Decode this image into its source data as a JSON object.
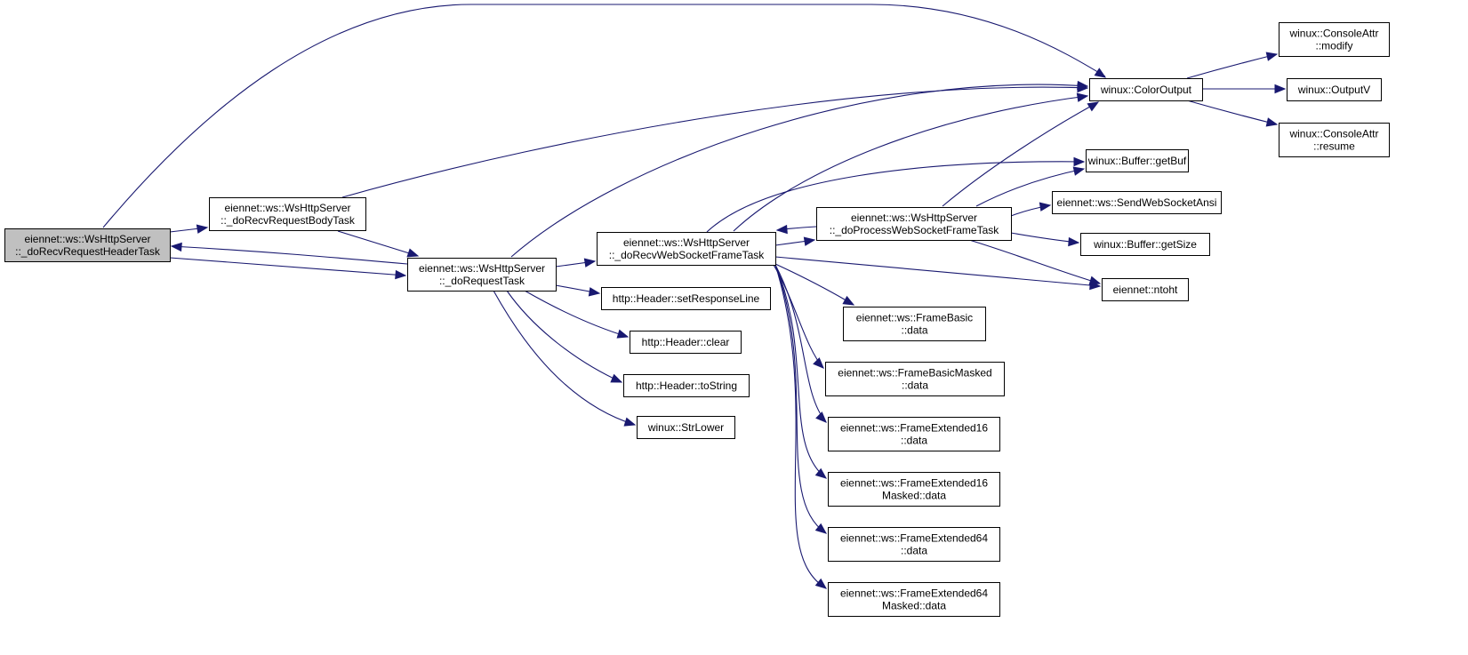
{
  "graph": {
    "colors": {
      "edge": "#191970",
      "root_fill": "#c0c0c0",
      "node_fill": "#ffffff",
      "border": "#000000"
    },
    "nodes": [
      {
        "id": "recvHeader",
        "lines": [
          "eiennet::ws::WsHttpServer",
          "::_doRecvRequestHeaderTask"
        ],
        "root": true
      },
      {
        "id": "recvBody",
        "lines": [
          "eiennet::ws::WsHttpServer",
          "::_doRecvRequestBodyTask"
        ]
      },
      {
        "id": "requestTask",
        "lines": [
          "eiennet::ws::WsHttpServer",
          "::_doRequestTask"
        ]
      },
      {
        "id": "recvWs",
        "lines": [
          "eiennet::ws::WsHttpServer",
          "::_doRecvWebSocketFrameTask"
        ]
      },
      {
        "id": "processWs",
        "lines": [
          "eiennet::ws::WsHttpServer",
          "::_doProcessWebSocketFrameTask"
        ]
      },
      {
        "id": "colorOutput",
        "lines": [
          "winux::ColorOutput"
        ]
      },
      {
        "id": "caModify",
        "lines": [
          "winux::ConsoleAttr",
          "::modify"
        ]
      },
      {
        "id": "outputV",
        "lines": [
          "winux::OutputV"
        ]
      },
      {
        "id": "caResume",
        "lines": [
          "winux::ConsoleAttr",
          "::resume"
        ]
      },
      {
        "id": "getBuf",
        "lines": [
          "winux::Buffer::getBuf"
        ]
      },
      {
        "id": "sendAnsi",
        "lines": [
          "eiennet::ws::SendWebSocketAnsi"
        ]
      },
      {
        "id": "getSize",
        "lines": [
          "winux::Buffer::getSize"
        ]
      },
      {
        "id": "ntoht",
        "lines": [
          "eiennet::ntoht"
        ]
      },
      {
        "id": "setResponseLine",
        "lines": [
          "http::Header::setResponseLine"
        ]
      },
      {
        "id": "hdrClear",
        "lines": [
          "http::Header::clear"
        ]
      },
      {
        "id": "hdrToString",
        "lines": [
          "http::Header::toString"
        ]
      },
      {
        "id": "strLower",
        "lines": [
          "winux::StrLower"
        ]
      },
      {
        "id": "fbData",
        "lines": [
          "eiennet::ws::FrameBasic",
          "::data"
        ]
      },
      {
        "id": "fbmData",
        "lines": [
          "eiennet::ws::FrameBasicMasked",
          "::data"
        ]
      },
      {
        "id": "fe16Data",
        "lines": [
          "eiennet::ws::FrameExtended16",
          "::data"
        ]
      },
      {
        "id": "fe16mData",
        "lines": [
          "eiennet::ws::FrameExtended16",
          "Masked::data"
        ]
      },
      {
        "id": "fe64Data",
        "lines": [
          "eiennet::ws::FrameExtended64",
          "::data"
        ]
      },
      {
        "id": "fe64mData",
        "lines": [
          "eiennet::ws::FrameExtended64",
          "Masked::data"
        ]
      }
    ],
    "edges": [
      [
        "recvHeader",
        "colorOutput"
      ],
      [
        "recvHeader",
        "recvBody"
      ],
      [
        "recvHeader",
        "requestTask"
      ],
      [
        "recvBody",
        "colorOutput"
      ],
      [
        "recvBody",
        "requestTask"
      ],
      [
        "requestTask",
        "recvHeader"
      ],
      [
        "requestTask",
        "colorOutput"
      ],
      [
        "requestTask",
        "recvWs"
      ],
      [
        "requestTask",
        "setResponseLine"
      ],
      [
        "requestTask",
        "hdrClear"
      ],
      [
        "requestTask",
        "hdrToString"
      ],
      [
        "requestTask",
        "strLower"
      ],
      [
        "recvWs",
        "colorOutput"
      ],
      [
        "recvWs",
        "getBuf"
      ],
      [
        "recvWs",
        "processWs"
      ],
      [
        "recvWs",
        "ntoht"
      ],
      [
        "recvWs",
        "fbData"
      ],
      [
        "recvWs",
        "fbmData"
      ],
      [
        "recvWs",
        "fe16Data"
      ],
      [
        "recvWs",
        "fe16mData"
      ],
      [
        "recvWs",
        "fe64Data"
      ],
      [
        "recvWs",
        "fe64mData"
      ],
      [
        "processWs",
        "recvWs"
      ],
      [
        "processWs",
        "colorOutput"
      ],
      [
        "processWs",
        "getBuf"
      ],
      [
        "processWs",
        "sendAnsi"
      ],
      [
        "processWs",
        "getSize"
      ],
      [
        "processWs",
        "ntoht"
      ],
      [
        "colorOutput",
        "caModify"
      ],
      [
        "colorOutput",
        "outputV"
      ],
      [
        "colorOutput",
        "caResume"
      ]
    ]
  }
}
